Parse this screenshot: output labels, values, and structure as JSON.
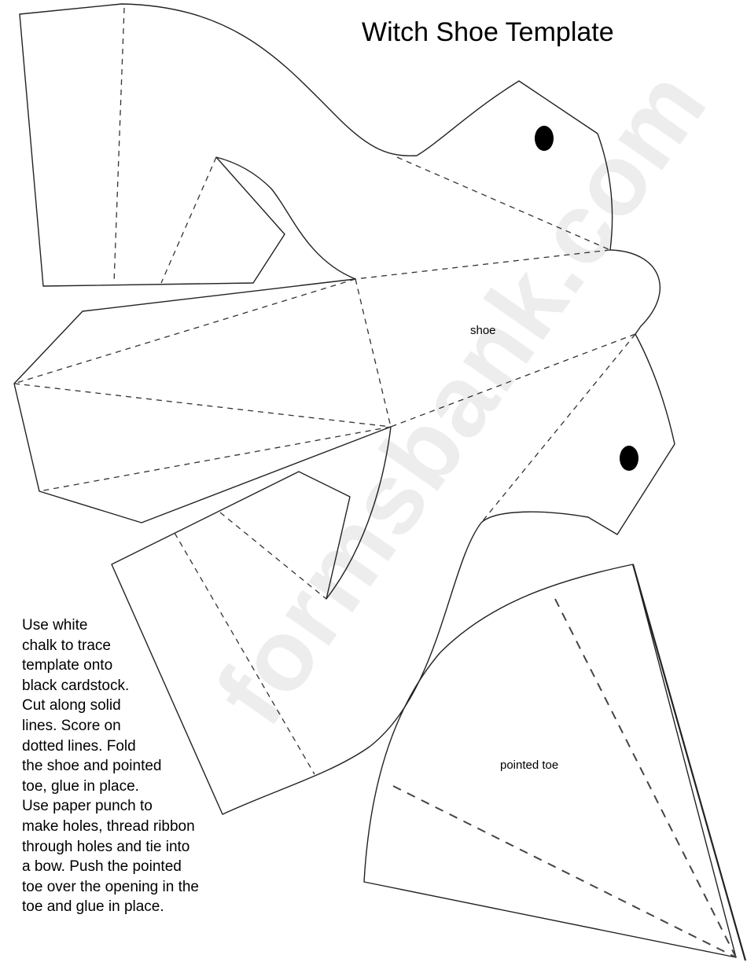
{
  "title": "Witch Shoe Template",
  "labels": {
    "shoe": "shoe",
    "pointed_toe": "pointed toe"
  },
  "instructions": "Use white\nchalk to trace\ntemplate onto\nblack cardstock.\nCut along solid\nlines.  Score  on\ndotted lines.  Fold\nthe shoe and pointed\ntoe, glue in place.\nUse paper punch to\nmake holes, thread ribbon\nthrough holes and tie into\na bow.  Push the pointed\ntoe over the opening in the\ntoe and glue in place.",
  "watermark": "formsbank.com"
}
